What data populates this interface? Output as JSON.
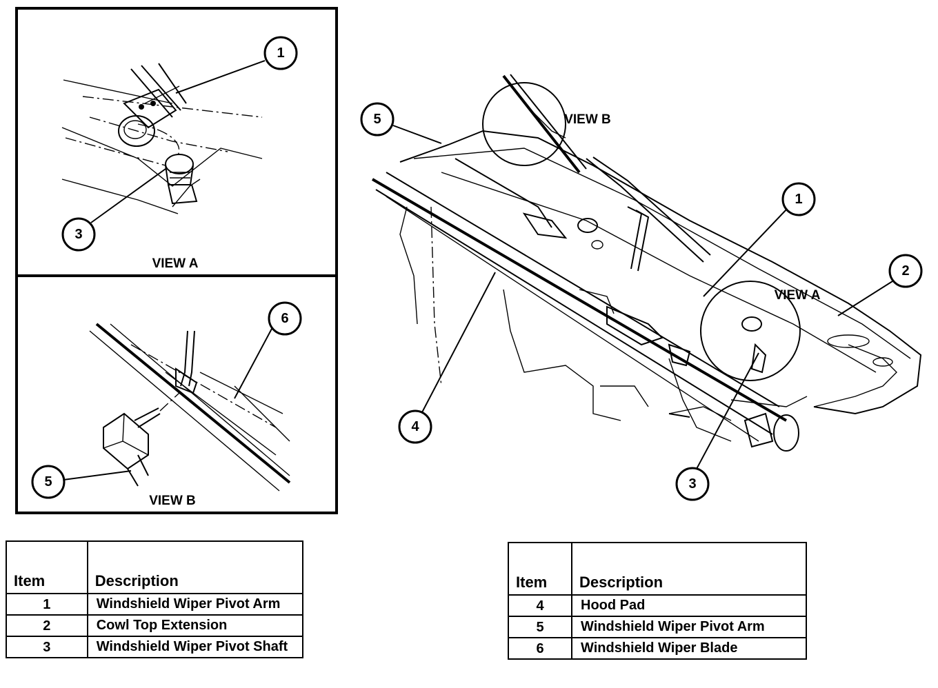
{
  "views": {
    "view_a": "VIEW A",
    "view_b": "VIEW B"
  },
  "callouts": {
    "a_1": "1",
    "a_3": "3",
    "b_6": "6",
    "b_5": "5",
    "m_5": "5",
    "m_1": "1",
    "m_2": "2",
    "m_4": "4",
    "m_3": "3"
  },
  "legend_left": {
    "header_item": "Item",
    "header_desc": "Description",
    "rows": [
      {
        "item": "1",
        "desc": "Windshield Wiper Pivot Arm"
      },
      {
        "item": "2",
        "desc": "Cowl Top Extension"
      },
      {
        "item": "3",
        "desc": "Windshield Wiper Pivot Shaft"
      }
    ]
  },
  "legend_right": {
    "header_item": "Item",
    "header_desc": "Description",
    "rows": [
      {
        "item": "4",
        "desc": "Hood Pad"
      },
      {
        "item": "5",
        "desc": "Windshield Wiper Pivot Arm"
      },
      {
        "item": "6",
        "desc": "Windshield Wiper Blade"
      }
    ]
  }
}
